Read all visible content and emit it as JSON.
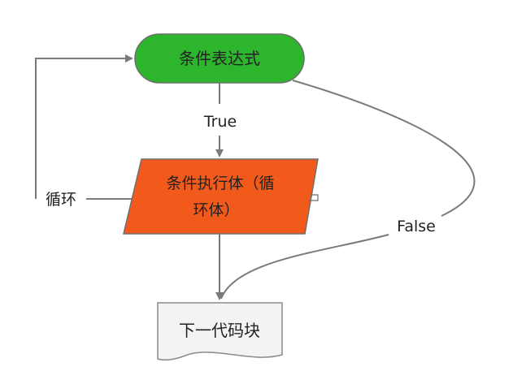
{
  "nodes": {
    "condition": {
      "label": "条件表达式",
      "fill": "#2db52d",
      "stroke": "#6e6e6e"
    },
    "body": {
      "line1": "条件执行体（循",
      "line2": "环体）",
      "fill": "#f25a1c",
      "stroke": "#6e6e6e"
    },
    "next": {
      "label": "下一代码块",
      "fill": "#f3f3f3",
      "stroke": "#8a8a8a"
    }
  },
  "edges": {
    "true_label": "True",
    "false_label": "False",
    "loop_label": "循环"
  },
  "colors": {
    "connector": "#7a7a7a",
    "text": "#222222"
  }
}
